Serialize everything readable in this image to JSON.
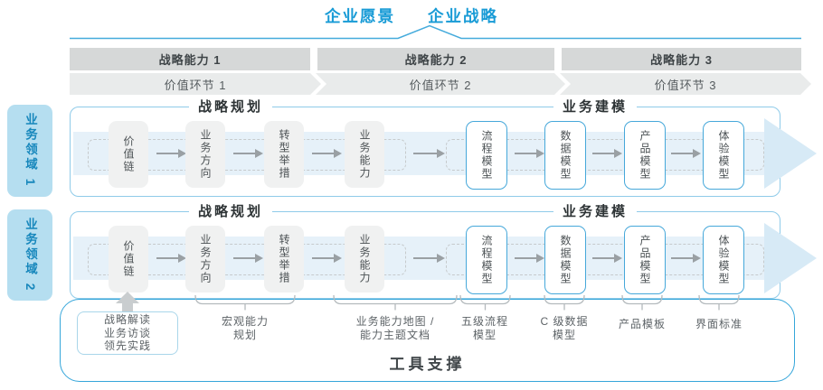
{
  "header": {
    "vision": "企业愿景",
    "strategy": "企业战略"
  },
  "strategic_capabilities": [
    "战略能力 1",
    "战略能力 2",
    "战略能力 3"
  ],
  "value_links": [
    "价值环节 1",
    "价值环节 2",
    "价值环节 3"
  ],
  "domains": [
    {
      "tab": "业务领域 1",
      "planning_title": "战略规划",
      "modeling_title": "业务建模",
      "boxes": [
        {
          "label": "价值链",
          "style": "gray"
        },
        {
          "label": "业务方向",
          "style": "gray"
        },
        {
          "label": "转型举措",
          "style": "gray"
        },
        {
          "label": "业务能力",
          "style": "gray"
        },
        {
          "label": "流程模型",
          "style": "outline"
        },
        {
          "label": "数据模型",
          "style": "outline"
        },
        {
          "label": "产品模型",
          "style": "outline"
        },
        {
          "label": "体验模型",
          "style": "outline"
        }
      ]
    },
    {
      "tab": "业务领域 2",
      "planning_title": "战略规划",
      "modeling_title": "业务建模",
      "boxes": [
        {
          "label": "价值链",
          "style": "gray"
        },
        {
          "label": "业务方向",
          "style": "gray"
        },
        {
          "label": "转型举措",
          "style": "gray"
        },
        {
          "label": "业务能力",
          "style": "gray"
        },
        {
          "label": "流程模型",
          "style": "outline"
        },
        {
          "label": "数据模型",
          "style": "outline"
        },
        {
          "label": "产品模型",
          "style": "outline"
        },
        {
          "label": "体验模型",
          "style": "outline"
        }
      ]
    }
  ],
  "annotations": {
    "practice_box_lines": [
      "战略解读",
      "业务访谈",
      "领先实践"
    ],
    "labels": [
      {
        "line1": "宏观能力",
        "line2": "规划"
      },
      {
        "line1": "业务能力地图 /",
        "line2": "能力主题文档"
      },
      {
        "line1": "五级流程",
        "line2": "模型"
      },
      {
        "line1": "C 级数据",
        "line2": "模型"
      },
      {
        "line1": "产品模板",
        "line2": ""
      },
      {
        "line1": "界面标准",
        "line2": ""
      }
    ]
  },
  "footer": {
    "title": "工具支撑"
  },
  "colors": {
    "accent_blue": "#189bd6",
    "tab_bg": "#b5def0",
    "tab_text": "#1787bc",
    "capability_bar_bg": "#d6d8d8",
    "value_link_bg": "#e9ebeb",
    "flow_band": "#e6f1f9",
    "gray_box_bg": "#f0f1f1",
    "outline_box_border": "#46a8da",
    "footer_border": "#35a6da"
  }
}
